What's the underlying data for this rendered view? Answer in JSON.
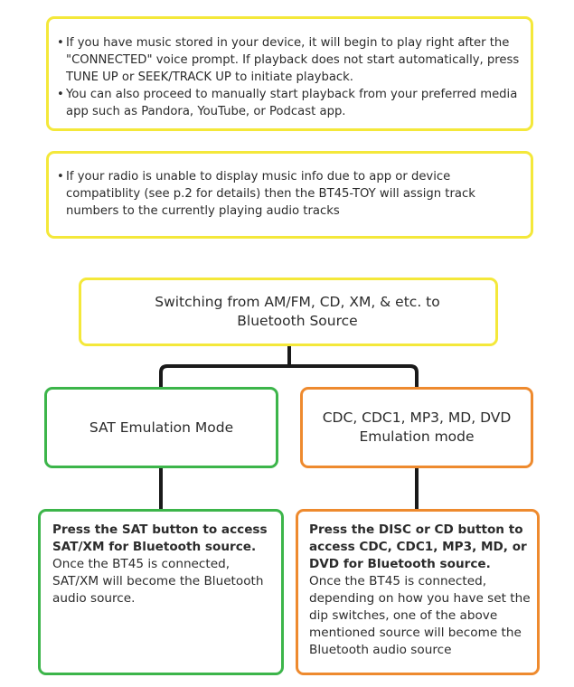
{
  "notes": [
    {
      "bullets": [
        "If you have music stored in your device, it will begin to play right after the \"CONNECTED\" voice prompt. If playback does not start automatically, press TUNE UP or SEEK/TRACK UP to initiate playback.",
        "You can also proceed to manually start playback from your preferred media app such as Pandora,  YouTube, or Podcast app."
      ]
    },
    {
      "bullets": [
        "If your radio is unable to display music info due to app or device compatiblity (see p.2 for details) then the BT45-TOY will assign track numbers to the currently playing audio tracks"
      ]
    }
  ],
  "flow": {
    "root": "Switching from AM/FM, CD, XM, & etc. to Bluetooth Source",
    "sat": {
      "title": "SAT Emulation Mode",
      "instruction": "Press the SAT button to access SAT/XM for Bluetooth source.",
      "detail": "Once the BT45 is connected, SAT/XM will become the Bluetooth audio source."
    },
    "cdc": {
      "title": "CDC, CDC1, MP3, MD, DVD Emulation mode",
      "instruction": "Press the DISC or CD button to access CDC, CDC1, MP3, MD, or DVD for Bluetooth source.",
      "detail": "Once the BT45 is connected, depending on how you have set the dip switches, one of the above mentioned source will become the Bluetooth audio source"
    }
  },
  "colors": {
    "yellow": "#f4e83a",
    "green": "#3cb54a",
    "orange": "#ee8a2e",
    "connector": "#1a1a1a"
  }
}
